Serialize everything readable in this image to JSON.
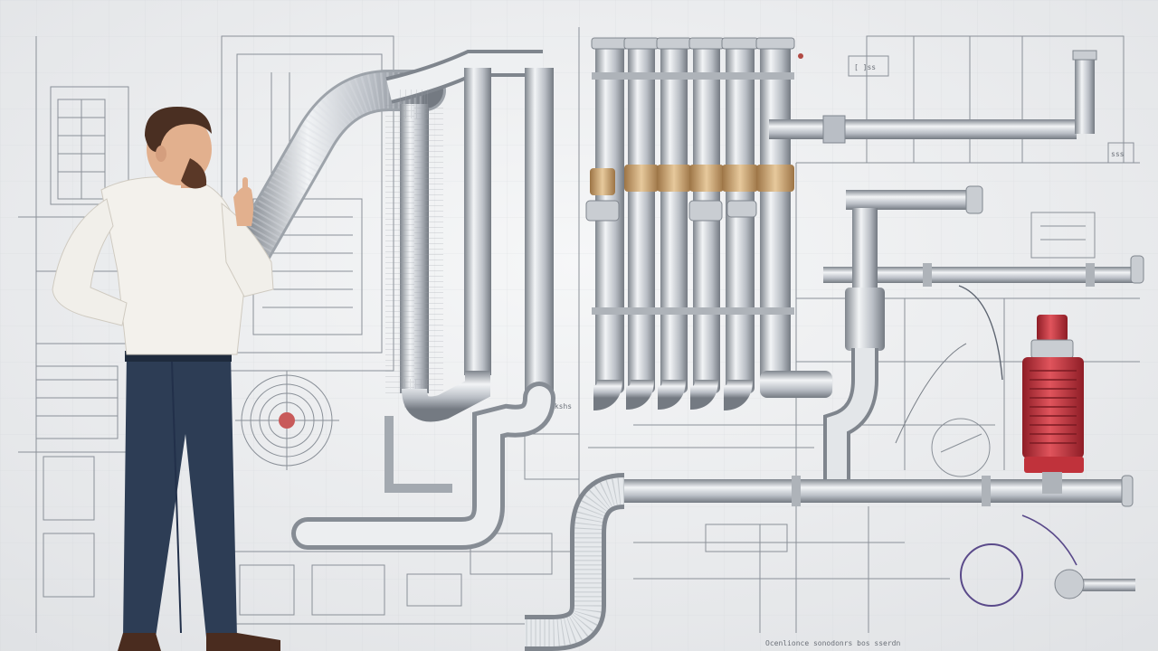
{
  "scene": {
    "labels": {
      "top_right_box": "[ ]ss",
      "right_box": "sss",
      "mid_label": "Ikshs",
      "bottom_caption": "Ocenlionce sonodonrs bos sserdn"
    },
    "colors": {
      "wall": "#eceef0",
      "blueprint_line": "#8a9098",
      "pipe_light": "#e8eaed",
      "pipe_mid": "#b9bec5",
      "pipe_dark": "#7f858d",
      "coupling": "#c79f6e",
      "red_unit": "#c2303a",
      "shirt": "#f3f1ec",
      "jeans": "#2d3d55",
      "hair": "#4a2f22",
      "skin": "#e2b08e",
      "shoes": "#4a2c1f",
      "circle_purple": "#5a4a8a"
    },
    "icons": [
      "blueprint-drawing",
      "pipe-network",
      "engineer-figure",
      "pump-unit",
      "valve-gauge"
    ]
  }
}
